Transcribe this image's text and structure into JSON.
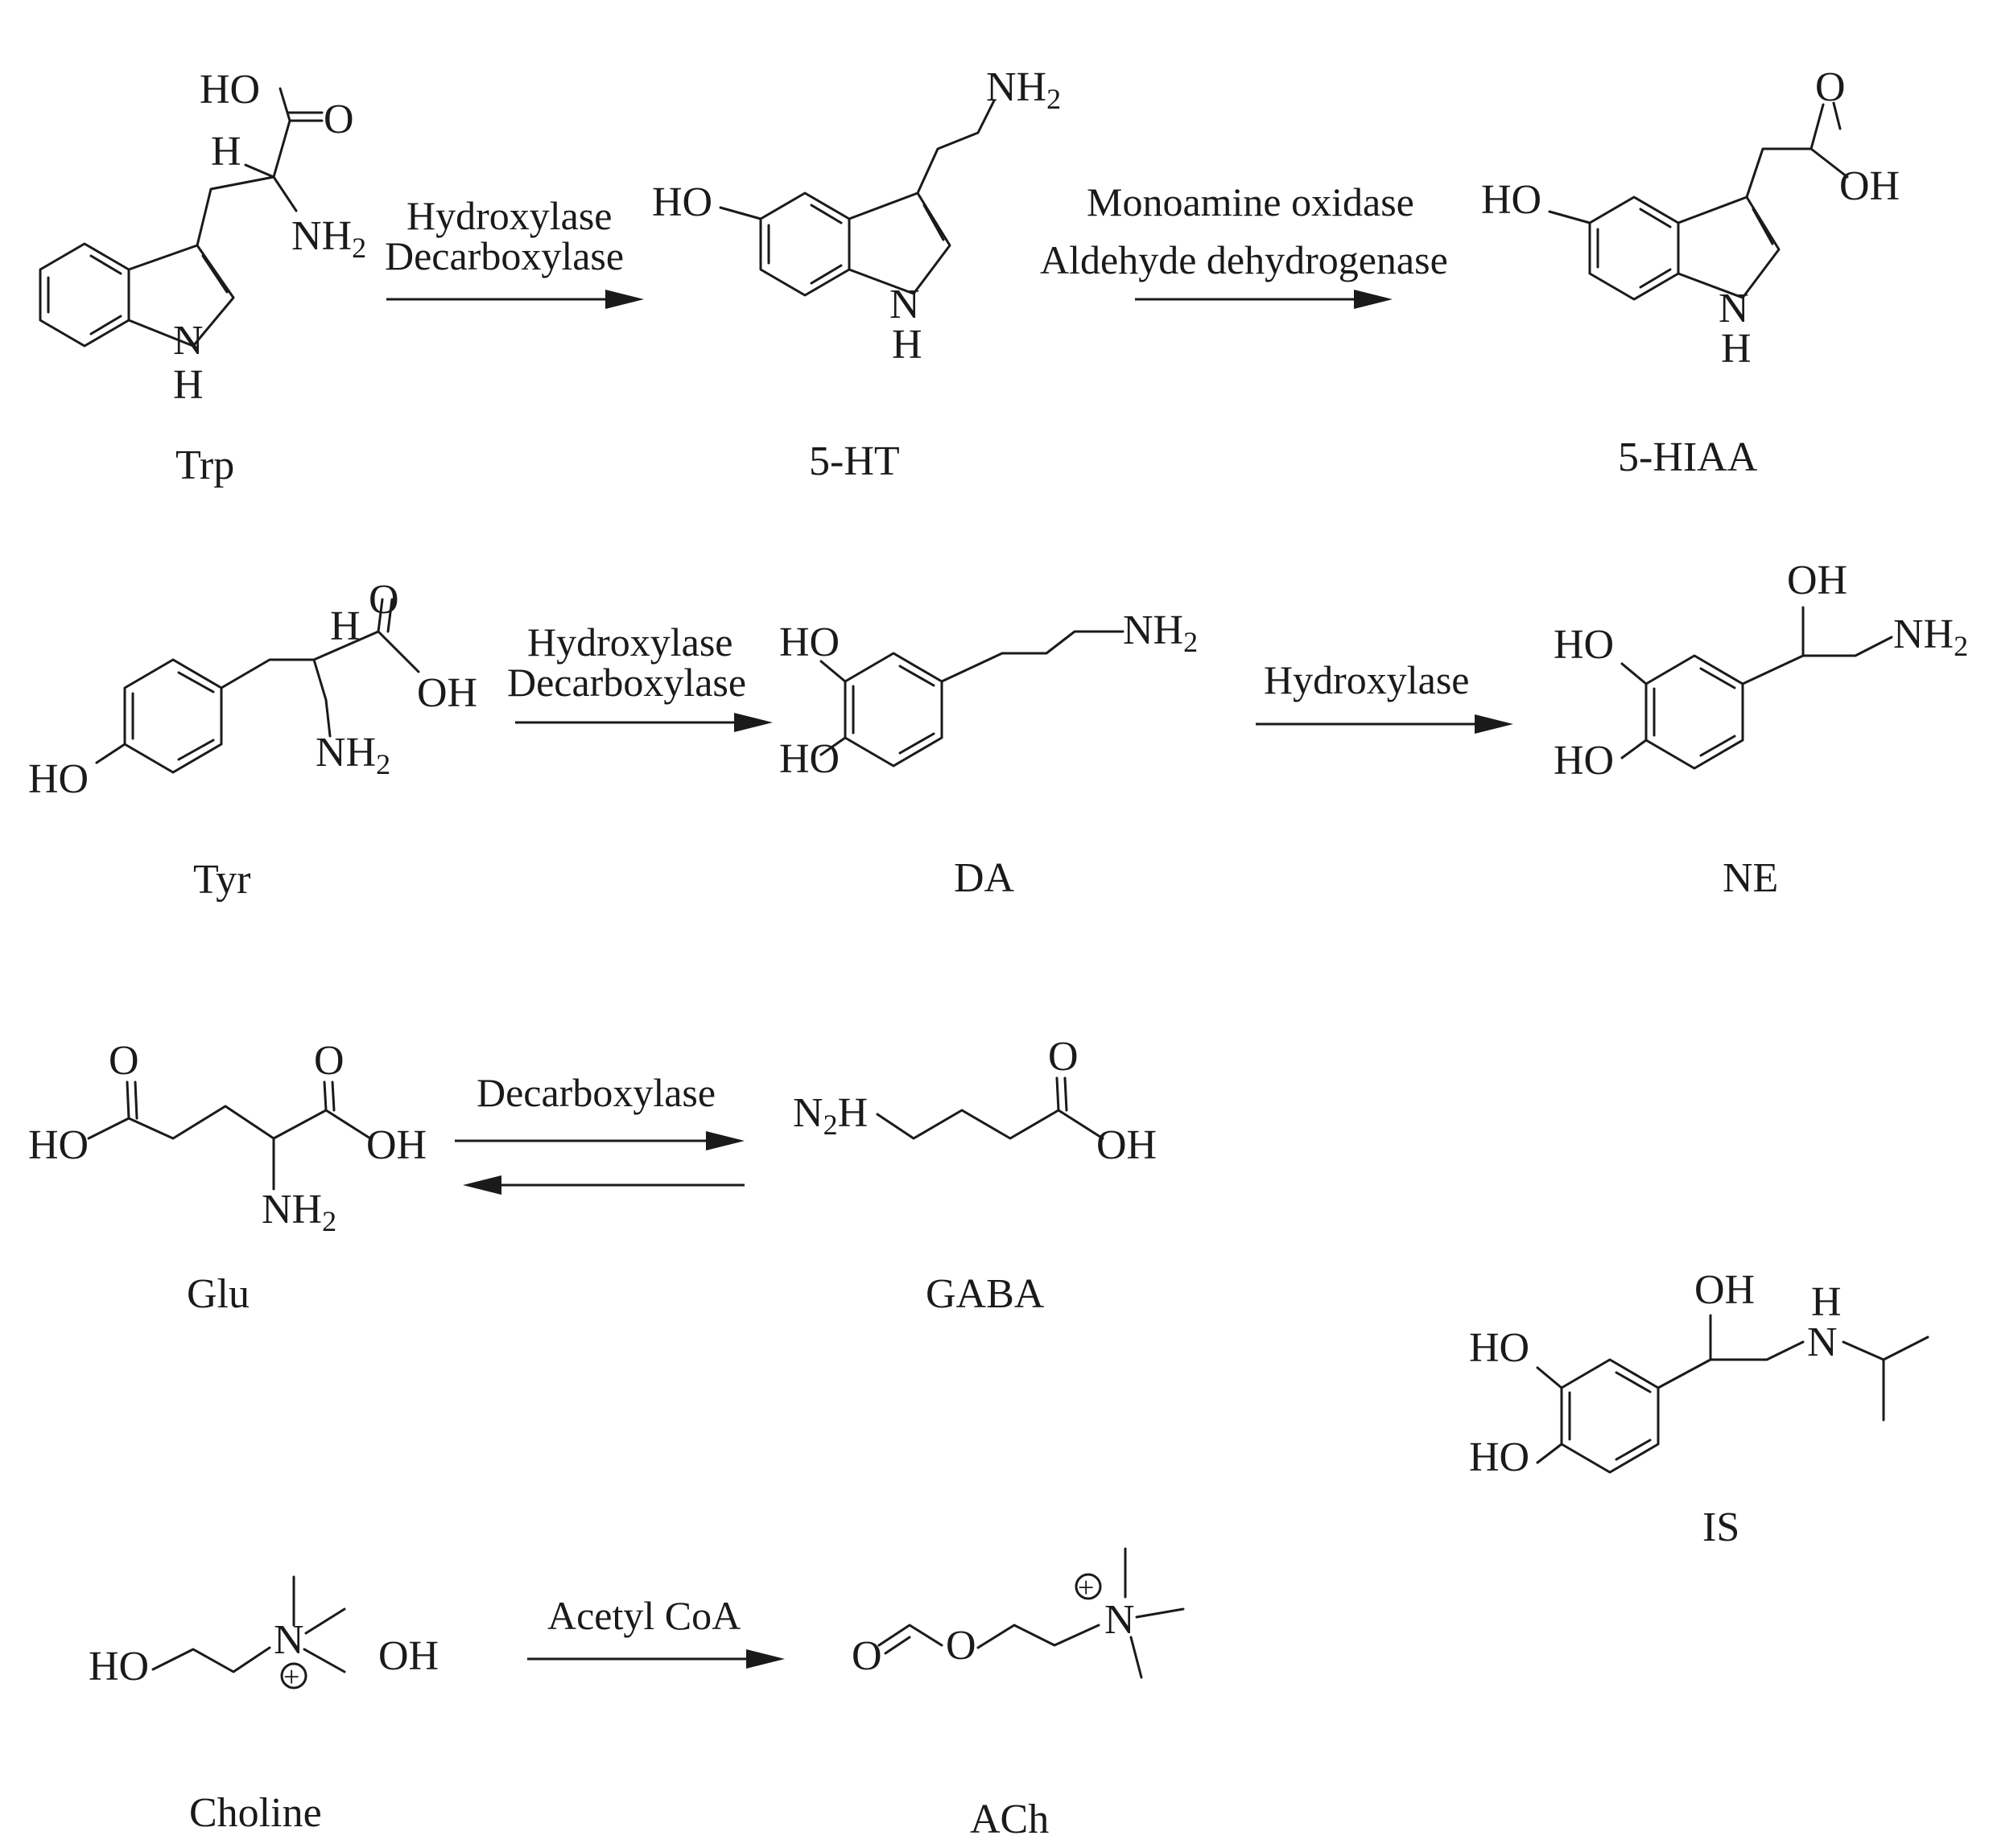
{
  "atoms": {
    "HO": "HO",
    "OH": "OH",
    "O": "O",
    "H": "H",
    "N": "N",
    "NH": "NH",
    "NH2": "NH",
    "N2H": "N",
    "sub2": "2",
    "H_suffix": "H",
    "plus": "+"
  },
  "reactions": [
    {
      "id": "trp-to-5ht",
      "enzymes": [
        "Hydroxylase",
        "Decarboxylase"
      ]
    },
    {
      "id": "5ht-to-5hiaa",
      "enzymes": [
        "Monoamine oxidase",
        "Aldehyde dehydrogenase"
      ]
    },
    {
      "id": "tyr-to-da",
      "enzymes": [
        "Hydroxylase",
        "Decarboxylase"
      ]
    },
    {
      "id": "da-to-ne",
      "enzymes": [
        "Hydroxylase"
      ]
    },
    {
      "id": "glu-gaba",
      "enzymes": [
        "Decarboxylase"
      ]
    },
    {
      "id": "choline-to-ach",
      "enzymes": [
        "Acetyl CoA"
      ]
    }
  ],
  "compounds": {
    "trp": "Trp",
    "ht": "5-HT",
    "hiaa": "5-HIAA",
    "tyr": "Tyr",
    "da": "DA",
    "ne": "NE",
    "glu": "Glu",
    "gaba": "GABA",
    "is": "IS",
    "choline": "Choline",
    "ach": "ACh"
  }
}
